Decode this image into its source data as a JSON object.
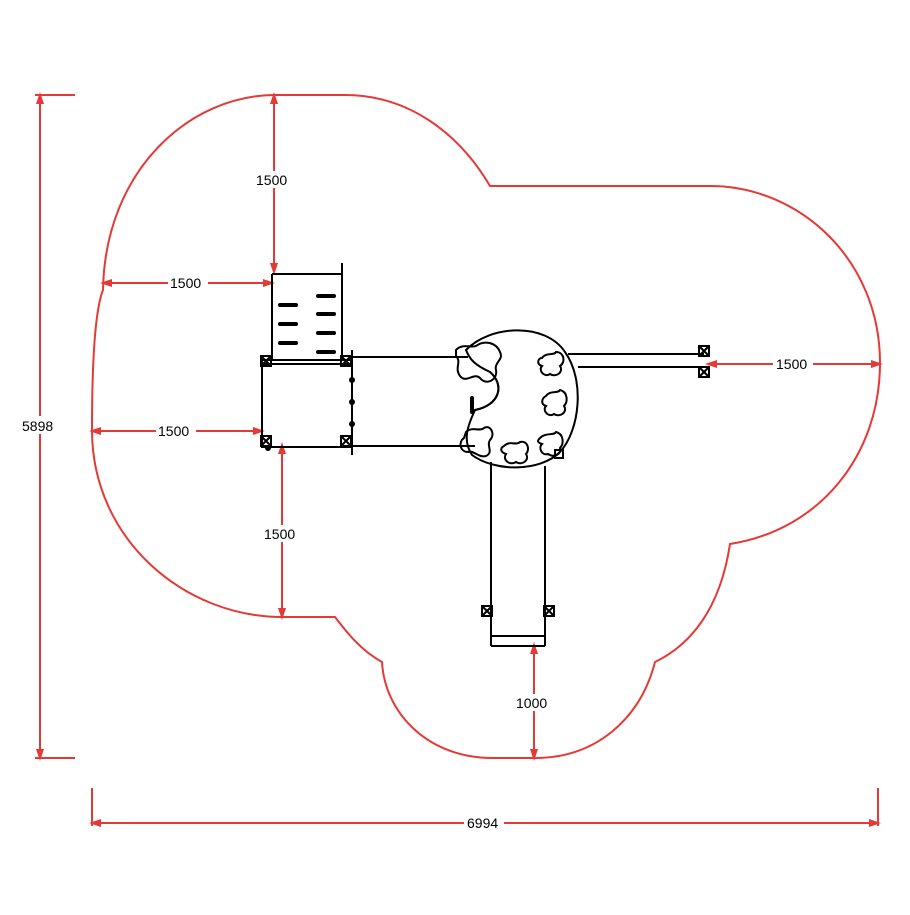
{
  "colors": {
    "dimension": "#e53935",
    "equipment": "#000000",
    "background": "#ffffff"
  },
  "dimensions": {
    "total_height": "5898",
    "total_width": "6994",
    "top_clearance": "1500",
    "left_clearance_top": "1500",
    "left_clearance_mid": "1500",
    "bottom_clearance_left": "1500",
    "right_clearance": "1500",
    "slide_exit_clearance": "1000"
  }
}
